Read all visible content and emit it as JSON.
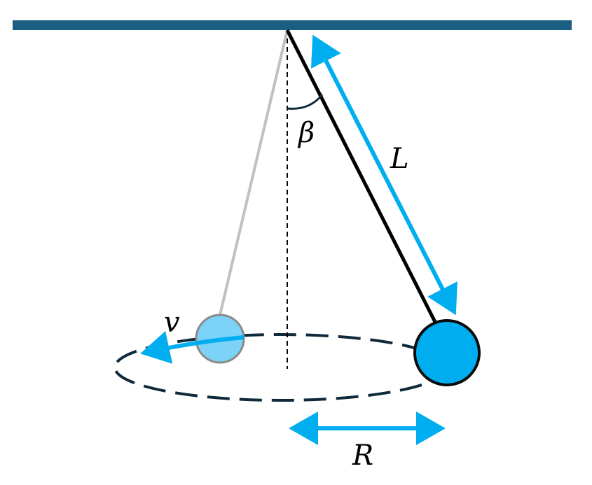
{
  "labels": {
    "angle": "β",
    "length": "L",
    "velocity": "v",
    "radius": "R"
  },
  "colors": {
    "ceiling": "#1a5e82",
    "string": "#000000",
    "ghost_string": "#c0c0c0",
    "accent": "#00aeef",
    "bob": "#00aeef",
    "ghost_bob": "#7dd3f7",
    "ghost_bob_outline": "#8a8a8a",
    "orbit": "#0f2a3a"
  }
}
